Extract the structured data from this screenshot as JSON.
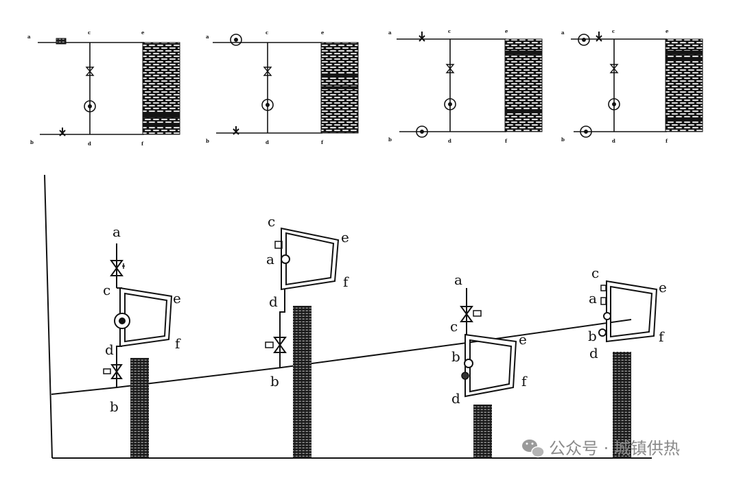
{
  "top_schematics": [
    {
      "labels": [
        "a",
        "c",
        "e",
        "b",
        "d",
        "f"
      ]
    },
    {
      "labels": [
        "a",
        "c",
        "e",
        "b",
        "d",
        "f"
      ]
    },
    {
      "labels": [
        "a",
        "c",
        "e",
        "b",
        "d",
        "f"
      ]
    },
    {
      "labels": [
        "a",
        "c",
        "e",
        "b",
        "d",
        "f"
      ]
    }
  ],
  "profile_labels": {
    "s1": {
      "a": "a",
      "c": "c",
      "e": "e",
      "d": "d",
      "f": "f",
      "b": "b"
    },
    "s2": {
      "c": "c",
      "a": "a",
      "e": "e",
      "d": "d",
      "f": "f",
      "b": "b"
    },
    "s3": {
      "a": "a",
      "c": "c",
      "e": "e",
      "b": "b",
      "d": "d",
      "f": "f"
    },
    "s4": {
      "c": "c",
      "a": "a",
      "e": "e",
      "b": "b",
      "d": "d",
      "f": "f"
    }
  },
  "watermark": {
    "text": "公众号 · 城镇供热",
    "icon": "wechat-icon"
  },
  "colors": {
    "ink": "#111111",
    "background": "#ffffff",
    "watermark": "#8a8a8a"
  }
}
